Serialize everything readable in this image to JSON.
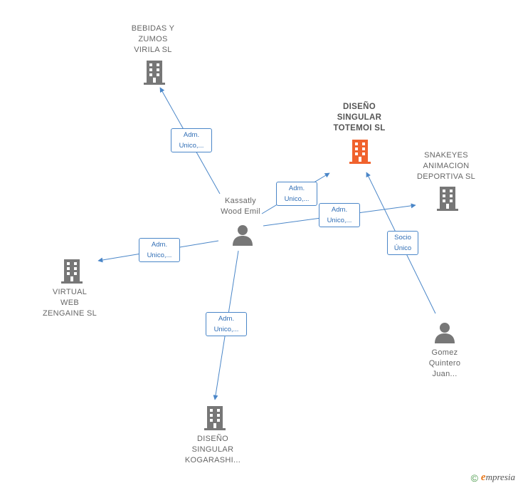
{
  "nodes": {
    "bebidas": {
      "label": "BEBIDAS Y\nZUMOS\nVIRILA  SL",
      "type": "company"
    },
    "totemoi": {
      "label": "DISEÑO\nSINGULAR\nTOTEMOI  SL",
      "type": "company-highlight"
    },
    "snakeyes": {
      "label": "SNAKEYES\nANIMACION\nDEPORTIVA  SL",
      "type": "company"
    },
    "kassatly": {
      "label": "Kassatly\nWood Emil",
      "type": "person"
    },
    "virtual": {
      "label": "VIRTUAL\nWEB\nZENGAINE  SL",
      "type": "company"
    },
    "gomez": {
      "label": "Gomez\nQuintero\nJuan...",
      "type": "person"
    },
    "kogarashi": {
      "label": "DISEÑO\nSINGULAR\nKOGARASHI...",
      "type": "company"
    }
  },
  "edges": {
    "e1": {
      "label": "Adm.\nUnico,..."
    },
    "e2": {
      "label": "Adm.\nUnico,..."
    },
    "e3": {
      "label": "Adm.\nUnico,..."
    },
    "e4": {
      "label": "Adm.\nUnico,..."
    },
    "e5": {
      "label": "Adm.\nUnico,..."
    },
    "e6": {
      "label": "Socio\nÚnico"
    }
  },
  "colors": {
    "edge": "#4a86c8",
    "company_icon": "#777777",
    "highlight_icon": "#f0622d",
    "person_icon": "#777777"
  },
  "footer": {
    "copyright": "©",
    "brand_initial": "e",
    "brand_rest": "mpresia"
  }
}
